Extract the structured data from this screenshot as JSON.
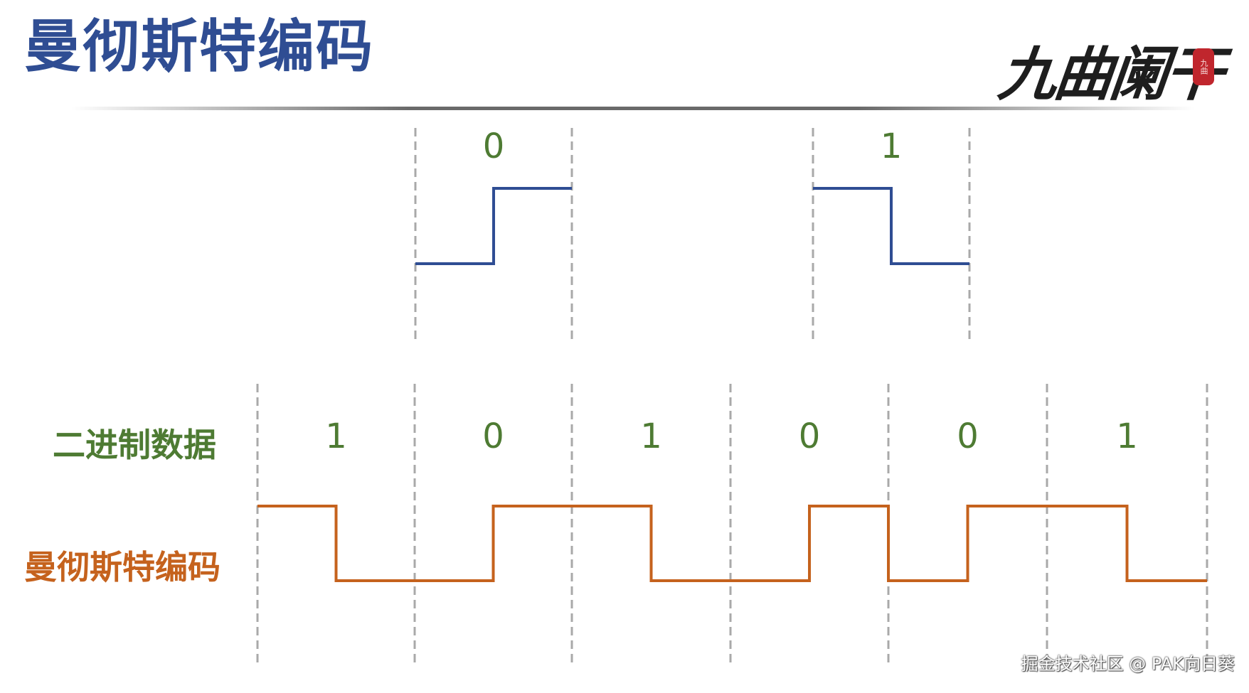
{
  "header": {
    "title": "曼彻斯特编码",
    "logo_text": "九曲阑干",
    "logo_seal": "九曲"
  },
  "legend_top": {
    "bits": [
      "0",
      "1"
    ],
    "signal_color": "#2f4d93"
  },
  "rows": {
    "binary_label": "二进制数据",
    "manchester_label": "曼彻斯特编码"
  },
  "encoding": {
    "bits": [
      "1",
      "0",
      "1",
      "0",
      "0",
      "1"
    ],
    "signal_color": "#c5621d",
    "bit_color": "#4e7b33"
  },
  "watermark": "掘金技术社区 @ PAK向日葵",
  "colors": {
    "title": "#2f4d93",
    "divider": "#a9a9a9"
  }
}
